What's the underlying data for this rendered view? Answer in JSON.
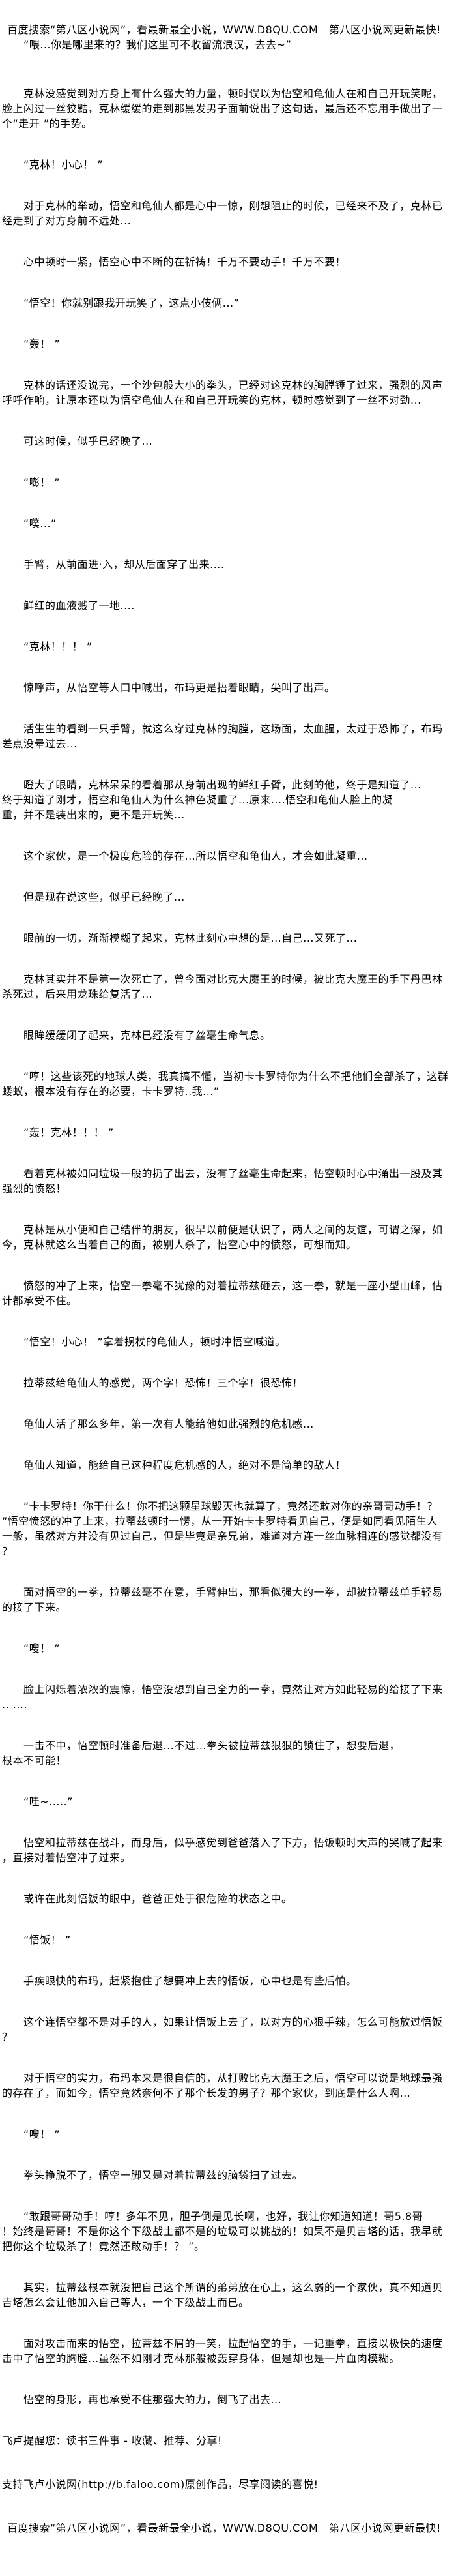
{
  "header": {
    "banner": "百度搜索“第八区小说网”，看最新最全小说，WWW.D8QU.COM   第八区小说网更新最快!"
  },
  "intro_line": "“喂...你是哪里来的？我们这里可不收留流浪汉，去去~”",
  "paragraphs": [
    "克林没感觉到对方身上有什么强大的力量，顿时误以为悟空和龟仙人在和自己开玩笑呢，脸上闪过一丝狡黠，克林缓缓的走到那黑发男子面前说出了这句话，最后还不忘用手做出了一个“走开 ”的手势。",
    "“克林！小心！ ”",
    "对于克林的举动，悟空和龟仙人都是心中一惊，刚想阻止的时候，已经来不及了，克林已经走到了对方身前不远处...",
    "心中顿时一紧，悟空心中不断的在祈祷！千万不要动手！千万不要！",
    "“悟空！你就别跟我开玩笑了，这点小伎俩...”",
    "“轰！ ”",
    "克林的话还没说完，一个沙包般大小的拳头，已经对这克林的胸膛锤了过来，强烈的风声呼呼作响，让原本还以为悟空龟仙人在和自己开玩笑的克林，顿时感觉到了一丝不对劲...",
    "可这时候，似乎已经晚了...",
    "“嘭！ ”",
    "“噗...”",
    "手臂，从前面进·入，却从后面穿了出来....",
    "鲜红的血液溅了一地....",
    "“克林！！！ ”",
    "惊呼声，从悟空等人口中喊出，布玛更是捂着眼睛，尖叫了出声。",
    "活生生的看到一只手臂，就这么穿过克林的胸膛，这场面，太血腥，太过于恐怖了，布玛差点没晕过去...",
    "瞪大了眼睛，克林呆呆的看着那从身前出现的鲜红手臂，此刻的他，终于是知道了...\n终于知道了刚才，悟空和龟仙人为什么神色凝重了...原来....悟空和龟仙人脸上的凝\n重，并不是装出来的，更不是开玩笑...",
    "这个家伙，是一个极度危险的存在...所以悟空和龟仙人，才会如此凝重...",
    "但是现在说这些，似乎已经晚了...",
    "眼前的一切，渐渐模糊了起来，克林此刻心中想的是...自己...又死了...",
    "克林其实并不是第一次死亡了，曾今面对比克大魔王的时候，被比克大魔王的手下丹巴林杀死过，后来用龙珠给复活了...",
    "眼眸缓缓闭了起来，克林已经没有了丝毫生命气息。",
    "“哼！这些该死的地球人类，我真搞不懂，当初卡卡罗特你为什么不把他们全部杀了，这群蝼蚁，根本没有存在的必要，卡卡罗特..我...”",
    "“轰！克林！！！ ”",
    "看着克林被如同垃圾一般的扔了出去，没有了丝毫生命起来，悟空顿时心中涌出一股及其强烈的愤怒！",
    "克林是从小便和自己结伴的朋友，很早以前便是认识了，两人之间的友谊，可谓之深，如今，克林就这么当着自己的面，被别人杀了，悟空心中的愤怒，可想而知。",
    "愤怒的冲了上来，悟空一拳毫不犹豫的对着拉蒂兹砸去，这一拳，就是一座小型山峰，估计都承受不住。",
    "“悟空！小心！ ”拿着拐杖的龟仙人，顿时冲悟空喊道。",
    "拉蒂兹给龟仙人的感觉，两个字！恐怖！三个字！很恐怖！",
    "龟仙人活了那么多年，第一次有人能给他如此强烈的危机感...",
    "龟仙人知道，能给自己这种程度危机感的人，绝对不是简单的敌人！",
    "“卡卡罗特！你干什么！你不把这颗星球毁灭也就算了，竟然还敢对你的亲哥哥动手！？\n”悟空愤怒的冲了上来，拉蒂兹顿时一愣，从一开始卡卡罗特看见自己，便是如同看见陌生人\n一般，虽然对方并没有见过自己，但是毕竟是亲兄弟，难道对方连一丝血脉相连的感觉都没有\n？",
    "面对悟空的一拳，拉蒂兹毫不在意，手臂伸出，那看似强大的一拳，却被拉蒂兹单手轻易的接了下来。",
    "“嗖！ ”",
    "脸上闪烁着浓浓的震惊，悟空没想到自己全力的一拳，竟然让对方如此轻易的给接了下来\n.. ....",
    "一击不中，悟空顿时准备后退...不过...拳头被拉蒂兹狠狠的锁住了，想要后退，\n根本不可能！",
    "“哇~.....”",
    "悟空和拉蒂兹在战斗，而身后，似乎感觉到爸爸落入了下方，悟饭顿时大声的哭喊了起来\n，直接对着悟空冲了过来。",
    "或许在此刻悟饭的眼中，爸爸正处于很危险的状态之中。",
    "“悟饭！ ”",
    "手疾眼快的布玛，赶紧抱住了想要冲上去的悟饭，心中也是有些后怕。",
    "这个连悟空都不是对手的人，如果让悟饭上去了，以对方的心狠手辣，怎么可能放过悟饭\n？",
    "对于悟空的实力，布玛本来是很自信的，从打败比克大魔王之后，悟空可以说是地球最强的存在了，而如今，悟空竟然奈何不了那个长发的男子？那个家伙，到底是什么人啊...",
    "“嗖！ ”",
    "拳头挣脱不了，悟空一脚又是对着拉蒂兹的脑袋扫了过去。",
    "“敢跟哥哥动手！哼！多年不见，胆子倒是见长啊，也好，我让你知道知道！哥5.8哥\n！始终是哥哥！不是你这个下级战士都不是的垃圾可以挑战的！如果不是贝吉塔的话，我早就\n把你这个垃圾杀了！竟然还敢动手！？ ”。",
    "其实，拉蒂兹根本就没把自己这个所谓的弟弟放在心上，这么弱的一个家伙，真不知道贝吉塔怎么会让他加入自己等人，一个下级战士而已。",
    "面对攻击而来的悟空，拉蒂兹不屑的一笑，拉起悟空的手，一记重拳，直接以极快的速度击中了悟空的胸膛...虽然不如刚才克林那般被轰穿身体，但是却也是一片血肉模糊。",
    "悟空的身形，再也承受不住那强大的力，倒飞了出去..."
  ],
  "footer": {
    "reminder": "飞卢提醒您：读书三件事 - 收藏、推荐、分享!",
    "support": "支持飞卢小说网(http://b.faloo.com)原创作品，尽享阅读的喜悦!",
    "banner": "百度搜索“第八区小说网”，看最新最全小说，WWW.D8QU.COM   第八区小说网更新最快!"
  }
}
